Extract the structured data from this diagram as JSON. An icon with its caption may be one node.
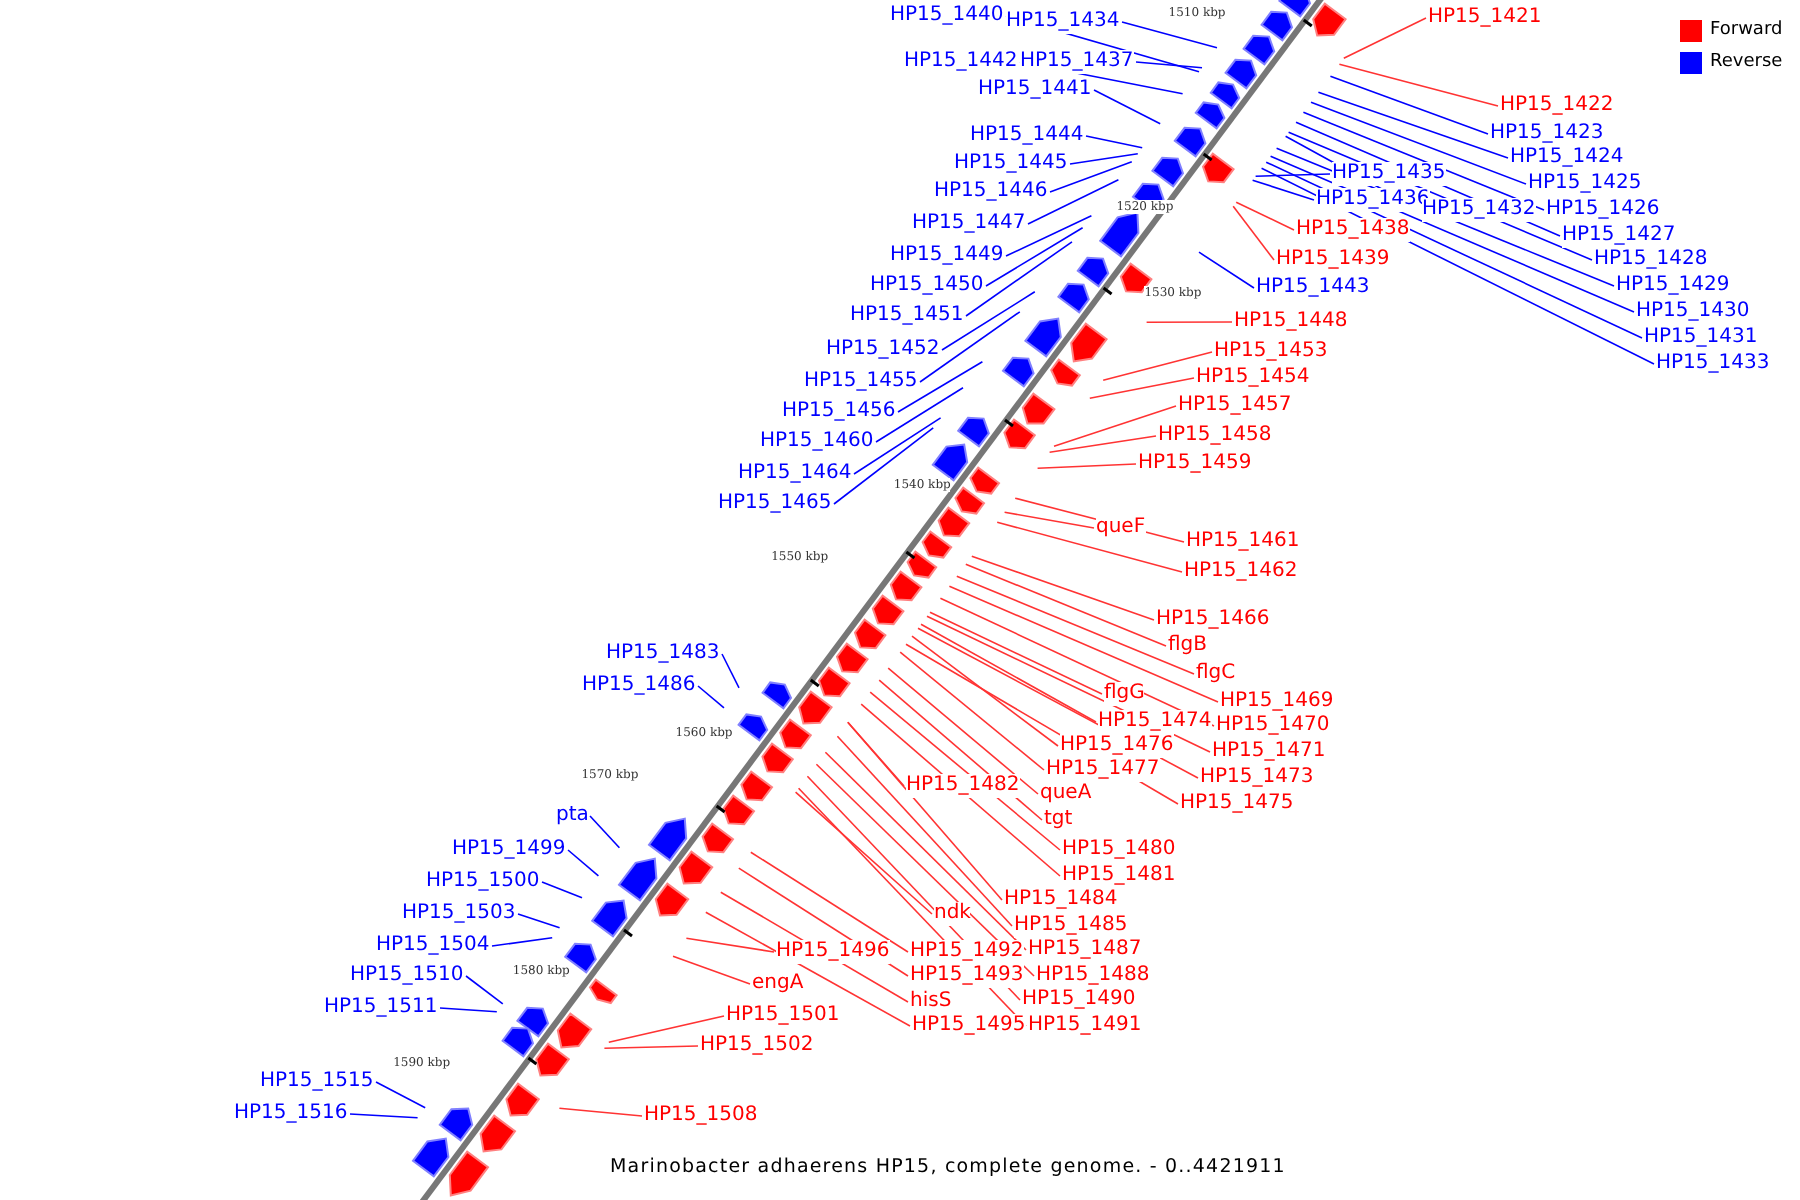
{
  "diagram": {
    "caption": "Marinobacter adhaerens HP15, complete genome. - 0..4421911",
    "nodes": [
      {
        "text": [
          "HP15_1440"
        ]
      },
      {
        "text": [
          "HP15_1434"
        ]
      },
      {
        "text": [
          "HP15_1442"
        ]
      },
      {
        "text": [
          "HP15_1437"
        ]
      },
      {
        "text": [
          "HP15_1441"
        ]
      },
      {
        "text": [
          "HP15_1444"
        ]
      },
      {
        "text": [
          "HP15_1445"
        ]
      },
      {
        "text": [
          "HP15_1446"
        ]
      },
      {
        "text": [
          "HP15_1447"
        ]
      },
      {
        "text": [
          "HP15_1449"
        ]
      },
      {
        "text": [
          "HP15_1450"
        ]
      },
      {
        "text": [
          "HP15_1451"
        ]
      },
      {
        "text": [
          "HP15_1452"
        ]
      },
      {
        "text": [
          "HP15_1455"
        ]
      },
      {
        "text": [
          "HP15_1456"
        ]
      },
      {
        "text": [
          "HP15_1460"
        ]
      },
      {
        "text": [
          "HP15_1464"
        ]
      },
      {
        "text": [
          "HP15_1465"
        ]
      },
      {
        "text": [
          "HP15_1421"
        ]
      },
      {
        "text": [
          "HP15_1422"
        ]
      },
      {
        "text": [
          "HP15_1423"
        ]
      },
      {
        "text": [
          "HP15_1424"
        ]
      },
      {
        "text": [
          "HP15_1425"
        ]
      },
      {
        "text": [
          "HP15_1435"
        ]
      },
      {
        "text": [
          "HP15_1436"
        ]
      },
      {
        "text": [
          "HP15_1432"
        ]
      },
      {
        "text": [
          "HP15_1426"
        ]
      },
      {
        "text": [
          "HP15_1427"
        ]
      },
      {
        "text": [
          "HP15_1428"
        ]
      },
      {
        "text": [
          "HP15_1429"
        ]
      },
      {
        "text": [
          "HP15_1430"
        ]
      },
      {
        "text": [
          "HP15_1431"
        ]
      },
      {
        "text": [
          "HP15_1433"
        ]
      },
      {
        "text": [
          "HP15_1438"
        ]
      },
      {
        "text": [
          "HP15_1439"
        ]
      },
      {
        "text": [
          "HP15_1443"
        ]
      },
      {
        "text": [
          "HP15_1448"
        ]
      },
      {
        "text": [
          "HP15_1453"
        ]
      },
      {
        "text": [
          "HP15_1454"
        ]
      },
      {
        "text": [
          "HP15_1457"
        ]
      },
      {
        "text": [
          "HP15_1458"
        ]
      },
      {
        "text": [
          "HP15_1459"
        ]
      },
      {
        "text": [
          "queF"
        ]
      },
      {
        "text": [
          "HP15_1461"
        ]
      },
      {
        "text": [
          "HP15_1462"
        ]
      },
      {
        "text": [
          "HP15_1466"
        ]
      },
      {
        "text": [
          "flgB"
        ]
      },
      {
        "text": [
          "flgC"
        ]
      },
      {
        "text": [
          "HP15_1469"
        ]
      },
      {
        "text": [
          "HP15_1470"
        ]
      },
      {
        "text": [
          "flgG"
        ]
      },
      {
        "text": [
          "HP15_1474"
        ]
      },
      {
        "text": [
          "HP15_1471"
        ]
      },
      {
        "text": [
          "HP15_1476"
        ]
      },
      {
        "text": [
          "HP15_1473"
        ]
      },
      {
        "text": [
          "HP15_1477"
        ]
      },
      {
        "text": [
          "HP15_1475"
        ]
      },
      {
        "text": [
          "HP15_1482"
        ]
      },
      {
        "text": [
          "queA"
        ]
      },
      {
        "text": [
          "tgt"
        ]
      },
      {
        "text": [
          "HP15_1480"
        ]
      },
      {
        "text": [
          "HP15_1481"
        ]
      },
      {
        "text": [
          "HP15_1484"
        ]
      },
      {
        "text": [
          "ndk"
        ]
      },
      {
        "text": [
          "HP15_1485"
        ]
      },
      {
        "text": [
          "HP15_1496"
        ]
      },
      {
        "text": [
          "HP15_1492"
        ]
      },
      {
        "text": [
          "HP15_1487"
        ]
      },
      {
        "text": [
          "HP15_1493"
        ]
      },
      {
        "text": [
          "HP15_1488"
        ]
      },
      {
        "text": [
          "engA"
        ]
      },
      {
        "text": [
          "hisS"
        ]
      },
      {
        "text": [
          "HP15_1490"
        ]
      },
      {
        "text": [
          "HP15_1501"
        ]
      },
      {
        "text": [
          "HP15_1495"
        ]
      },
      {
        "text": [
          "HP15_1491"
        ]
      },
      {
        "text": [
          "HP15_1502"
        ]
      },
      {
        "text": [
          "HP15_1508"
        ]
      },
      {
        "text": [
          "HP15_1483"
        ]
      },
      {
        "text": [
          "HP15_1486"
        ]
      },
      {
        "text": [
          "pta"
        ]
      },
      {
        "text": [
          "HP15_1499"
        ]
      },
      {
        "text": [
          "HP15_1500"
        ]
      },
      {
        "text": [
          "HP15_1503"
        ]
      },
      {
        "text": [
          "HP15_1504"
        ]
      },
      {
        "text": [
          "HP15_1510"
        ]
      },
      {
        "text": [
          "HP15_1511"
        ]
      },
      {
        "text": [
          "HP15_1515"
        ]
      },
      {
        "text": [
          "HP15_1516"
        ]
      }
    ],
    "edges": [
      {
        "from": 0,
        "to": null,
        "arrow": "none",
        "color": "#0000ff"
      },
      {
        "from": 1,
        "to": null,
        "arrow": "none",
        "color": "#0000ff"
      },
      {
        "from": 2,
        "to": null,
        "arrow": "none",
        "color": "#0000ff"
      },
      {
        "from": 3,
        "to": null,
        "arrow": "none",
        "color": "#0000ff"
      },
      {
        "from": 4,
        "to": null,
        "arrow": "none",
        "color": "#0000ff"
      },
      {
        "from": 5,
        "to": null,
        "arrow": "none",
        "color": "#0000ff"
      },
      {
        "from": 6,
        "to": null,
        "arrow": "none",
        "color": "#0000ff"
      },
      {
        "from": 7,
        "to": null,
        "arrow": "none",
        "color": "#0000ff"
      },
      {
        "from": 8,
        "to": null,
        "arrow": "none",
        "color": "#0000ff"
      },
      {
        "from": 9,
        "to": null,
        "arrow": "none",
        "color": "#0000ff"
      },
      {
        "from": 10,
        "to": null,
        "arrow": "none",
        "color": "#0000ff"
      },
      {
        "from": 11,
        "to": null,
        "arrow": "none",
        "color": "#0000ff"
      },
      {
        "from": 12,
        "to": null,
        "arrow": "none",
        "color": "#0000ff"
      },
      {
        "from": 13,
        "to": null,
        "arrow": "none",
        "color": "#0000ff"
      },
      {
        "from": 14,
        "to": null,
        "arrow": "none",
        "color": "#0000ff"
      },
      {
        "from": 15,
        "to": null,
        "arrow": "none",
        "color": "#0000ff"
      },
      {
        "from": 16,
        "to": null,
        "arrow": "none",
        "color": "#0000ff"
      },
      {
        "from": 17,
        "to": null,
        "arrow": "none",
        "color": "#0000ff"
      },
      {
        "from": 18,
        "to": null,
        "arrow": "none"
      },
      {
        "from": 19,
        "to": null,
        "arrow": "none"
      },
      {
        "from": 20,
        "to": null,
        "arrow": "none",
        "color": "#0000ff"
      },
      {
        "from": 21,
        "to": null,
        "arrow": "none",
        "color": "#0000ff"
      },
      {
        "from": 22,
        "to": null,
        "arrow": "none",
        "color": "#0000ff"
      },
      {
        "from": 23,
        "to": null,
        "arrow": "none",
        "color": "#0000ff"
      },
      {
        "from": 24,
        "to": null,
        "arrow": "none",
        "color": "#0000ff"
      },
      {
        "from": 25,
        "to": null,
        "arrow": "none",
        "color": "#0000ff"
      },
      {
        "from": 26,
        "to": null,
        "arrow": "none",
        "color": "#0000ff"
      },
      {
        "from": 27,
        "to": null,
        "arrow": "none",
        "color": "#0000ff"
      },
      {
        "from": 28,
        "to": null,
        "arrow": "none",
        "color": "#0000ff"
      },
      {
        "from": 29,
        "to": null,
        "arrow": "none",
        "color": "#0000ff"
      },
      {
        "from": 30,
        "to": null,
        "arrow": "none",
        "color": "#0000ff"
      },
      {
        "from": 31,
        "to": null,
        "arrow": "none",
        "color": "#0000ff"
      },
      {
        "from": 32,
        "to": null,
        "arrow": "none",
        "color": "#0000ff"
      },
      {
        "from": 33,
        "to": null,
        "arrow": "none"
      },
      {
        "from": 34,
        "to": null,
        "arrow": "none"
      },
      {
        "from": 35,
        "to": null,
        "arrow": "none",
        "color": "#0000ff"
      },
      {
        "from": 36,
        "to": null,
        "arrow": "none"
      },
      {
        "from": 37,
        "to": null,
        "arrow": "none"
      },
      {
        "from": 38,
        "to": null,
        "arrow": "none"
      },
      {
        "from": 39,
        "to": null,
        "arrow": "none"
      },
      {
        "from": 40,
        "to": null,
        "arrow": "none"
      },
      {
        "from": 41,
        "to": null,
        "arrow": "none"
      },
      {
        "from": 42,
        "to": null,
        "arrow": "none"
      },
      {
        "from": 43,
        "to": null,
        "arrow": "none"
      },
      {
        "from": 44,
        "to": null,
        "arrow": "none"
      },
      {
        "from": 45,
        "to": null,
        "arrow": "none"
      },
      {
        "from": 46,
        "to": null,
        "arrow": "none"
      },
      {
        "from": 47,
        "to": null,
        "arrow": "none"
      },
      {
        "from": 48,
        "to": null,
        "arrow": "none"
      },
      {
        "from": 49,
        "to": null,
        "arrow": "none"
      },
      {
        "from": 50,
        "to": null,
        "arrow": "none"
      },
      {
        "from": 51,
        "to": null,
        "arrow": "none"
      },
      {
        "from": 52,
        "to": null,
        "arrow": "none"
      },
      {
        "from": 53,
        "to": null,
        "arrow": "none"
      },
      {
        "from": 54,
        "to": null,
        "arrow": "none"
      },
      {
        "from": 55,
        "to": null,
        "arrow": "none"
      },
      {
        "from": 56,
        "to": null,
        "arrow": "none"
      },
      {
        "from": 57,
        "to": null,
        "arrow": "none"
      },
      {
        "from": 58,
        "to": null,
        "arrow": "none"
      },
      {
        "from": 59,
        "to": null,
        "arrow": "none"
      },
      {
        "from": 60,
        "to": null,
        "arrow": "none"
      },
      {
        "from": 61,
        "to": null,
        "arrow": "none"
      },
      {
        "from": 62,
        "to": null,
        "arrow": "none"
      },
      {
        "from": 63,
        "to": null,
        "arrow": "none"
      },
      {
        "from": 64,
        "to": null,
        "arrow": "none"
      },
      {
        "from": 65,
        "to": null,
        "arrow": "none"
      },
      {
        "from": 66,
        "to": null,
        "arrow": "none"
      },
      {
        "from": 67,
        "to": null,
        "arrow": "none"
      },
      {
        "from": 68,
        "to": null,
        "arrow": "none"
      },
      {
        "from": 69,
        "to": null,
        "arrow": "none"
      },
      {
        "from": 70,
        "to": null,
        "arrow": "none"
      },
      {
        "from": 71,
        "to": null,
        "arrow": "none"
      },
      {
        "from": 72,
        "to": null,
        "arrow": "none"
      },
      {
        "from": 73,
        "to": null,
        "arrow": "none"
      },
      {
        "from": 74,
        "to": null,
        "arrow": "none"
      },
      {
        "from": 75,
        "to": null,
        "arrow": "none"
      },
      {
        "from": 76,
        "to": null,
        "arrow": "none"
      },
      {
        "from": 77,
        "to": null,
        "arrow": "none"
      },
      {
        "from": 78,
        "to": null,
        "arrow": "none",
        "color": "#0000ff"
      },
      {
        "from": 79,
        "to": null,
        "arrow": "none",
        "color": "#0000ff"
      },
      {
        "from": 80,
        "to": null,
        "arrow": "none",
        "color": "#0000ff"
      },
      {
        "from": 81,
        "to": null,
        "arrow": "none",
        "color": "#0000ff"
      },
      {
        "from": 82,
        "to": null,
        "arrow": "none",
        "color": "#0000ff"
      },
      {
        "from": 83,
        "to": null,
        "arrow": "none",
        "color": "#0000ff"
      },
      {
        "from": 84,
        "to": null,
        "arrow": "none",
        "color": "#0000ff"
      },
      {
        "from": 85,
        "to": null,
        "arrow": "none",
        "color": "#0000ff"
      },
      {
        "from": 86,
        "to": null,
        "arrow": "none",
        "color": "#0000ff"
      },
      {
        "from": 87,
        "to": null,
        "arrow": "none",
        "color": "#0000ff"
      },
      {
        "from": 88,
        "to": null,
        "arrow": "none",
        "color": "#0000ff"
      }
    ],
    "labels": [
      "1510 kbp",
      "1520 kbp",
      "1530 kbp",
      "1540 kbp",
      "1550 kbp",
      "1560 kbp",
      "1570 kbp",
      "1580 kbp",
      "1590 kbp"
    ],
    "legend": [
      {
        "text": "Forward",
        "color": "#ff0000"
      },
      {
        "text": "Reverse",
        "color": "#0000ff"
      }
    ]
  }
}
